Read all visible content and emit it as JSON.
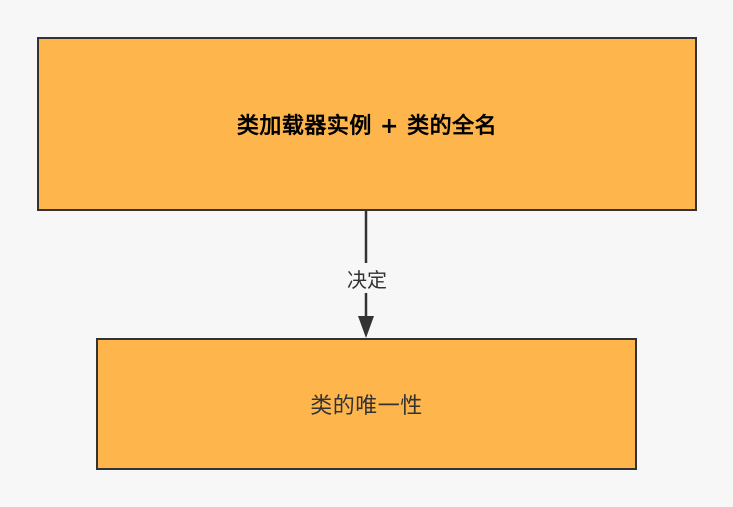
{
  "diagram": {
    "nodes": {
      "top": {
        "label": "类加载器实例 + 类的全名"
      },
      "bottom": {
        "label": "类的唯一性"
      }
    },
    "edges": [
      {
        "from": "top",
        "to": "bottom",
        "label": "决定"
      }
    ],
    "colors": {
      "background": "#f7f7f7",
      "node_fill": "#fdb54c",
      "node_border": "#333333",
      "edge": "#333333"
    }
  }
}
